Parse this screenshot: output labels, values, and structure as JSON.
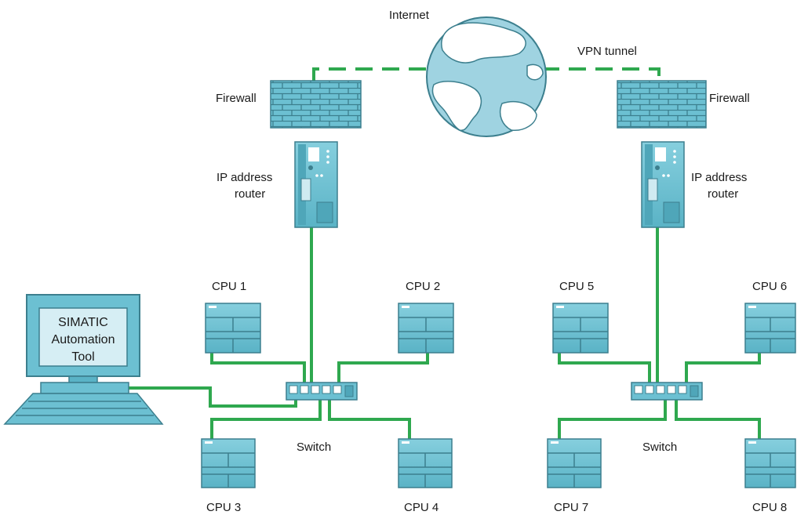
{
  "labels": {
    "internet": "Internet",
    "vpn_tunnel": "VPN tunnel",
    "firewall_left": "Firewall",
    "firewall_right": "Firewall",
    "router_left": [
      "IP address",
      "router"
    ],
    "router_right": [
      "IP address",
      "router"
    ],
    "switch_left": "Switch",
    "switch_right": "Switch",
    "pc": [
      "SIMATIC",
      "Automation",
      "Tool"
    ]
  },
  "cpus": [
    "CPU 1",
    "CPU 2",
    "CPU 3",
    "CPU 4",
    "CPU 5",
    "CPU 6",
    "CPU 7",
    "CPU 8"
  ],
  "colors": {
    "link": "#2fa84f",
    "device": "#6cc0d2",
    "device_dark": "#3c7f8e",
    "device_light": "#b5e1ec",
    "ocean": "#9fd3e1",
    "land": "#ffffff"
  },
  "icons": [
    "globe-icon",
    "firewall-icon",
    "router-icon",
    "switch-icon",
    "plc-icon",
    "computer-icon"
  ]
}
